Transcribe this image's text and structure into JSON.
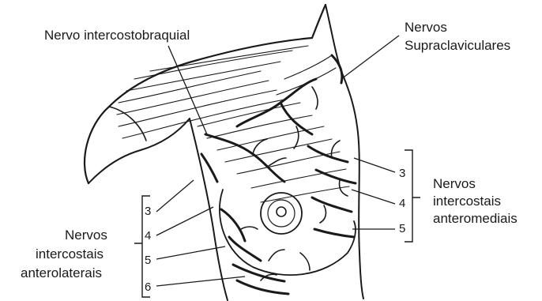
{
  "labels": {
    "intercostobraquial": "Nervo intercostobraquial",
    "supraclav_line1": "Nervos",
    "supraclav_line2": "Supraclaviculares",
    "anteromedial_line1": "Nervos",
    "anteromedial_line2": "intercostais",
    "anteromedial_line3": "anteromediais",
    "anterolateral_line1": "Nervos",
    "anterolateral_line2": "intercostais",
    "anterolateral_line3": "anterolaterais"
  },
  "anteromedial_numbers": [
    "3",
    "4",
    "5"
  ],
  "anterolateral_numbers": [
    "3",
    "4",
    "5",
    "6"
  ],
  "colors": {
    "ink": "#1a1a1a",
    "background": "#ffffff"
  }
}
